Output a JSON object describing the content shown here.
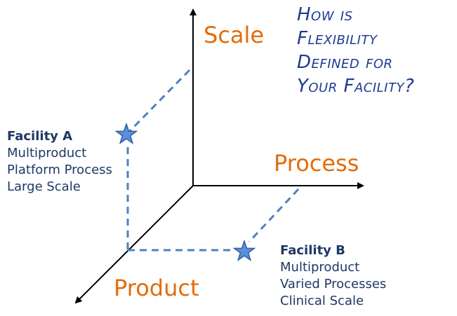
{
  "axes": {
    "scale_label": "Scale",
    "process_label": "Process",
    "product_label": "Product"
  },
  "question": {
    "lines": [
      "How is",
      "Flexibility",
      "Defined for",
      "Your Facility?"
    ]
  },
  "facility_a": {
    "title": "Facility A",
    "lines": [
      "Multiproduct",
      "Platform Process",
      "Large Scale"
    ]
  },
  "facility_b": {
    "title": "Facility B",
    "lines": [
      "Multiproduct",
      "Varied Processes",
      "Clinical Scale"
    ]
  },
  "colors": {
    "axis_label": "#E36C0A",
    "question_text": "#1F3A93",
    "facility_text": "#1F3864",
    "dashed_line": "#4F81BD",
    "star_fill": "#5B8FD9",
    "star_stroke": "#2E5EA8",
    "axis_line": "#000000"
  },
  "icons": {
    "marker": "star-icon"
  }
}
